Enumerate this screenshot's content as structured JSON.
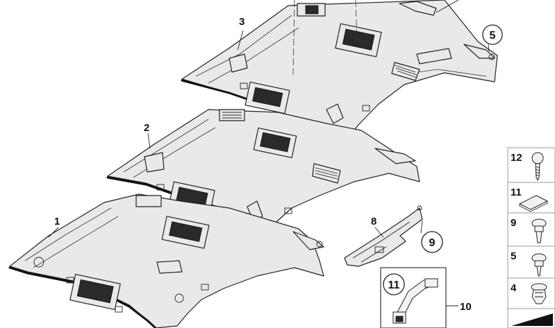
{
  "callouts": {
    "headliner_1": "1",
    "headliner_2": "2",
    "headliner_3": "3",
    "clip_5": "5",
    "bracket_8": "8",
    "clip_9": "9",
    "handle_10": "10",
    "pad_11": "11"
  },
  "legend": [
    {
      "label": "12",
      "part": "screw"
    },
    {
      "label": "11",
      "part": "pad"
    },
    {
      "label": "9",
      "part": "expanding-rivet"
    },
    {
      "label": "5",
      "part": "clip-with-screw"
    },
    {
      "label": "4",
      "part": "push-clip"
    },
    {
      "label": "",
      "part": "image-number-marker"
    }
  ]
}
